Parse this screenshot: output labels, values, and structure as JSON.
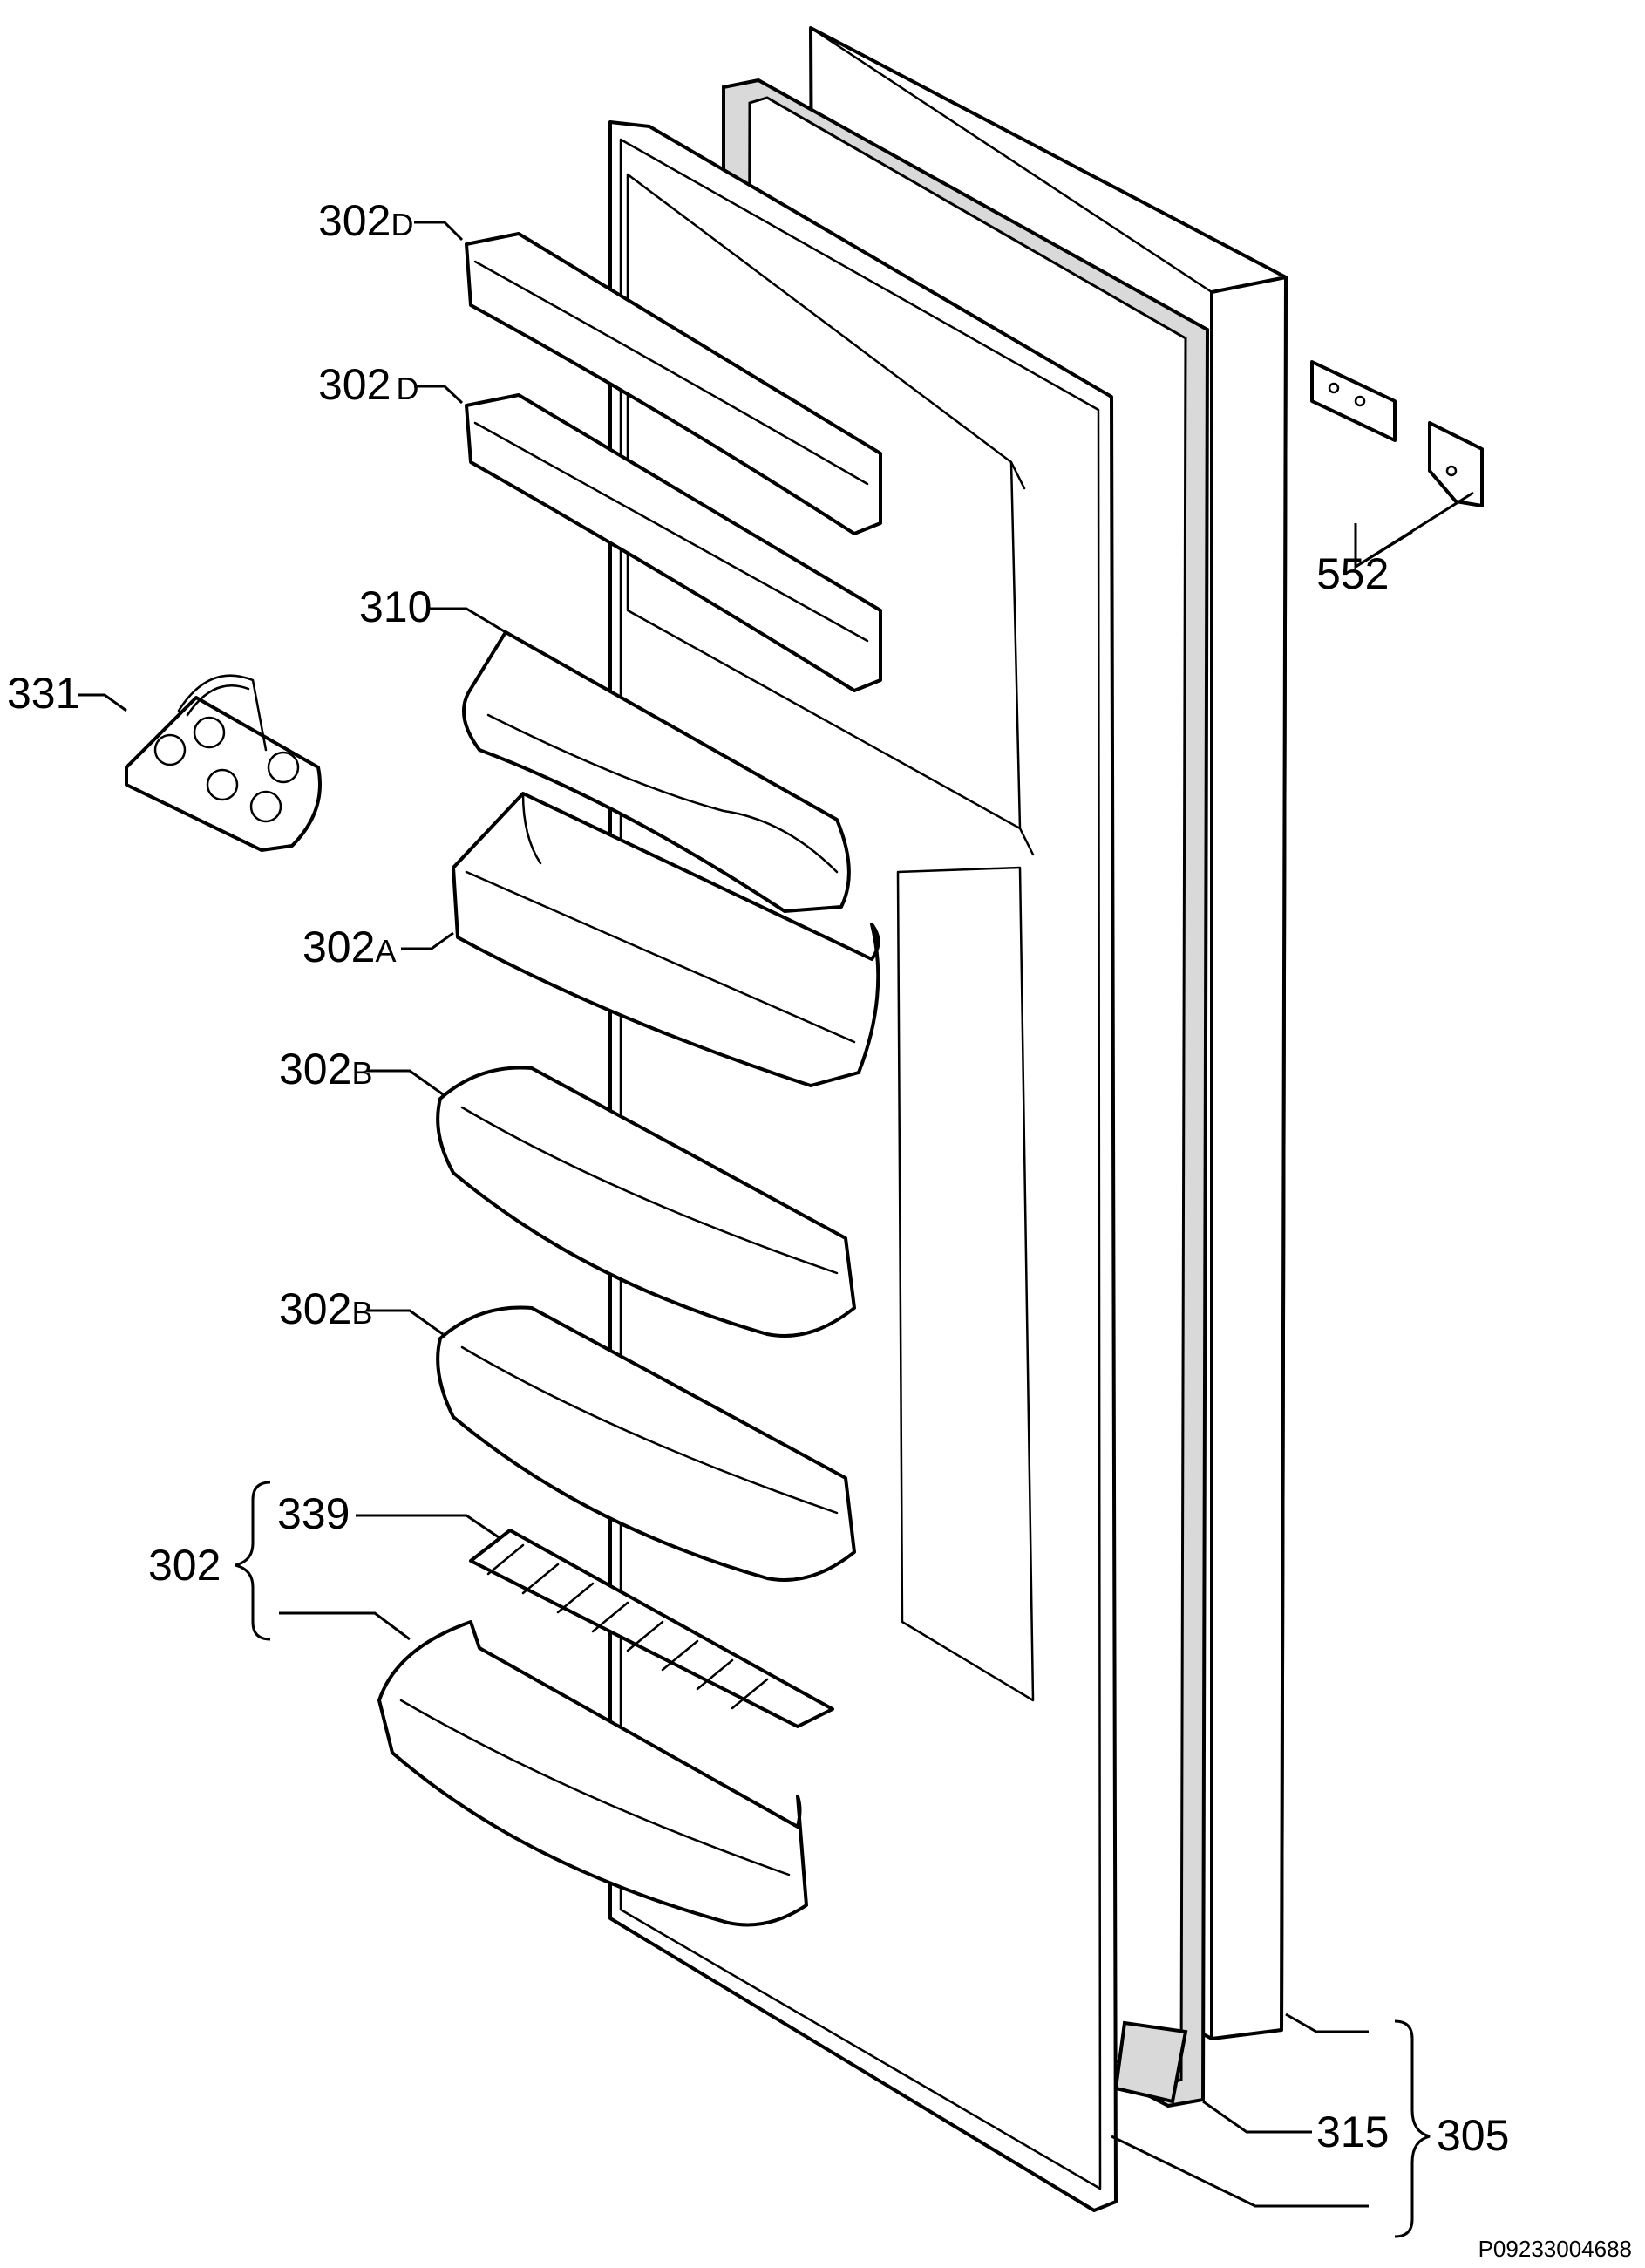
{
  "labels": {
    "l302d_1": {
      "num": "302",
      "suffix": "D"
    },
    "l302d_2": {
      "num": "302",
      "suffix": "D"
    },
    "l310": "310",
    "l331": "331",
    "l302a": {
      "num": "302",
      "suffix": "A"
    },
    "l302b_1": {
      "num": "302",
      "suffix": "B"
    },
    "l302b_2": {
      "num": "302",
      "suffix": "B"
    },
    "l339": "339",
    "l302": "302",
    "l552": "552",
    "l315": "315",
    "l305": "305"
  },
  "footer": {
    "code": "P09233004688"
  }
}
